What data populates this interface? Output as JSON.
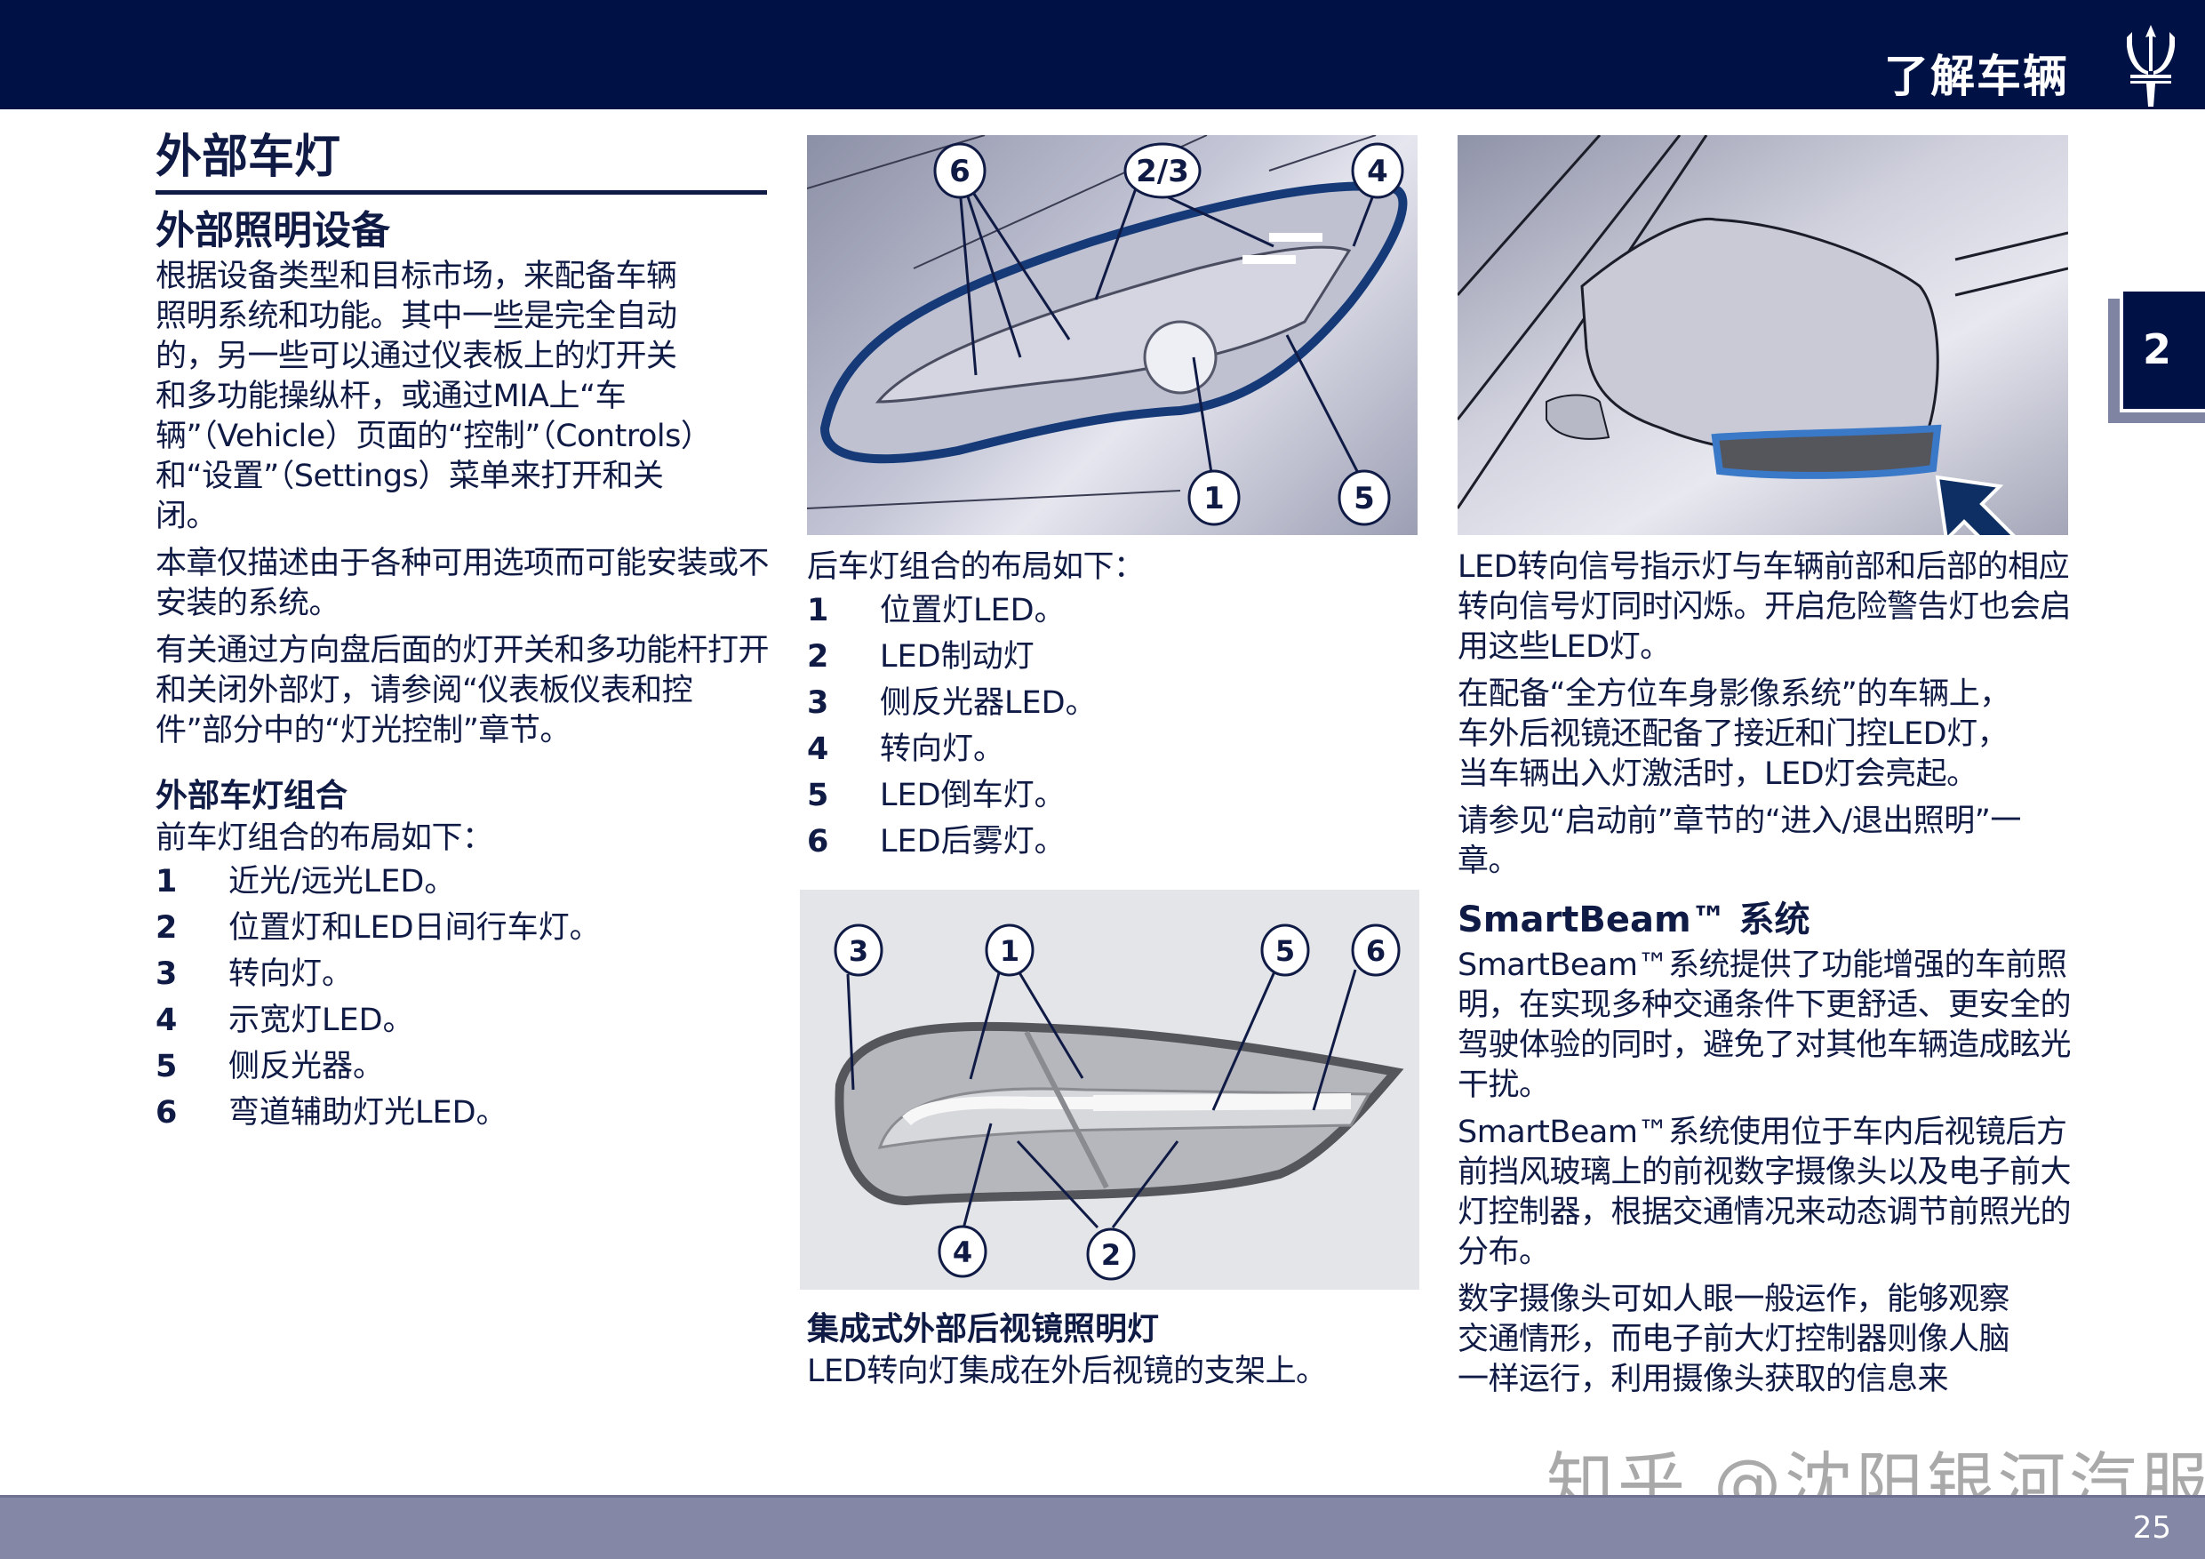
{
  "header": {
    "section_title": "了解车辆",
    "logo": "trident-logo-icon"
  },
  "chapter_tab": {
    "number": "2"
  },
  "left_column": {
    "title": "外部车灯",
    "subtitle": "外部照明设备",
    "paragraphs": [
      "根据设备类型和目标市场，来配备车辆照明系统和功能。其中一些是完全自动的，另一些可以通过仪表板上的灯开关和多功能操纵杆，或通过MIA上“车辆”（Vehicle）页面的“控制”（Controls）和“设置”（Settings）菜单来打开和关闭。",
      "本章仅描述由于各种可用选项而可能安装或不安装的系统。",
      "有关通过方向盘后面的灯开关和多功能杆打开和关闭外部灯，请参阅“仪表板仪表和控件”部分中的“灯光控制”章节。"
    ],
    "section2_heading": "外部车灯组合",
    "front_intro": "前车灯组合的布局如下：",
    "front_items": [
      {
        "num": "1",
        "text": "近光/远光LED。"
      },
      {
        "num": "2",
        "text": "位置灯和LED日间行车灯。"
      },
      {
        "num": "3",
        "text": "转向灯。"
      },
      {
        "num": "4",
        "text": "示宽灯LED。"
      },
      {
        "num": "5",
        "text": "侧反光器。"
      },
      {
        "num": "6",
        "text": "弯道辅助灯光LED。"
      }
    ]
  },
  "middle_column": {
    "headlight_figure": {
      "callouts": [
        "6",
        "2/3",
        "4",
        "1",
        "5"
      ]
    },
    "rear_intro": "后车灯组合的布局如下：",
    "rear_items": [
      {
        "num": "1",
        "text": "位置灯LED。"
      },
      {
        "num": "2",
        "text": "LED制动灯"
      },
      {
        "num": "3",
        "text": "侧反光器LED。"
      },
      {
        "num": "4",
        "text": "转向灯。"
      },
      {
        "num": "5",
        "text": "LED倒车灯。"
      },
      {
        "num": "6",
        "text": "LED后雾灯。"
      }
    ],
    "taillight_figure": {
      "callouts": [
        "3",
        "1",
        "5",
        "6",
        "4",
        "2"
      ]
    },
    "mirror_heading": "集成式外部后视镜照明灯",
    "mirror_text": "LED转向灯集成在外后视镜的支架上。"
  },
  "right_column": {
    "mirror_figure": {
      "arrow": "arrow-pointer-icon"
    },
    "paragraphs": [
      "LED转向信号指示灯与车辆前部和后部的相应转向信号灯同时闪烁。开启危险警告灯也会启用这些LED灯。",
      "在配备“全方位车身影像系统”的车辆上，车外后视镜还配备了接近和门控LED灯，当车辆出入灯激活时，LED灯会亮起。",
      "请参见“启动前”章节的“进入/退出照明”一章。"
    ],
    "smartbeam_heading": "SmartBeam™ 系统",
    "smartbeam_paragraphs": [
      "SmartBeam™系统提供了功能增强的车前照明，在实现多种交通条件下更舒适、更安全的驾驶体验的同时，避免了对其他车辆造成眩光干扰。",
      "SmartBeam™系统使用位于车内后视镜后方前挡风玻璃上的前视数字摄像头以及电子前大灯控制器，根据交通情况来动态调节前照光的分布。",
      "数字摄像头可如人眼一般运作，能够观察交通情形，而电子前大灯控制器则像人脑一样运行，利用摄像头获取的信息来"
    ]
  },
  "footer": {
    "page_number": "25"
  },
  "watermark": "知乎 @沈阳银河汽服",
  "colors": {
    "navy": "#001245",
    "text": "#0f1a45",
    "footer": "#8487a5",
    "tab_shadow": "#7f84a3"
  }
}
